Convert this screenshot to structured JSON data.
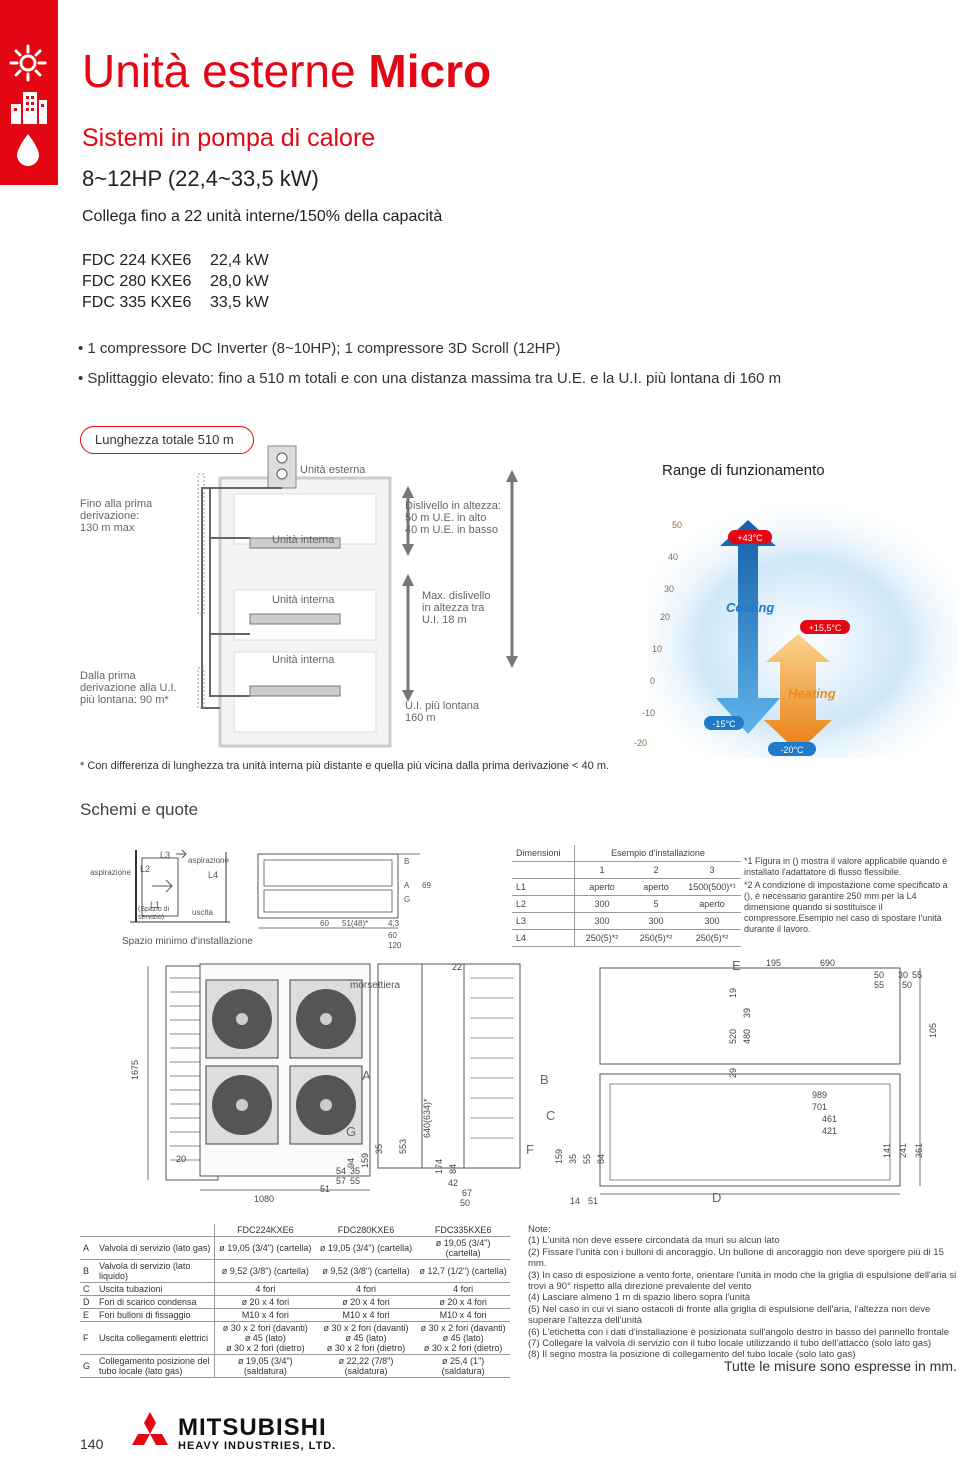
{
  "header": {
    "title_light": "Unità esterne ",
    "title_bold": "Micro",
    "subtitle": "Sistemi in pompa di calore",
    "power_range": "8~12HP (22,4~33,5 kW)",
    "connect": "Collega fino a 22 unità interne/150% della capacità"
  },
  "sidebar": {
    "icons": [
      "sun-icon",
      "building-icon",
      "water-drop-icon"
    ],
    "color": "#e30613"
  },
  "models": [
    {
      "name": "FDC 224 KXE6",
      "power": "22,4 kW"
    },
    {
      "name": "FDC 280 KXE6",
      "power": "28,0 kW"
    },
    {
      "name": "FDC 335 KXE6",
      "power": "33,5 kW"
    }
  ],
  "bullets": [
    "1 compressore DC Inverter (8~10HP); 1 compressore 3D Scroll (12HP)",
    "Splittaggio elevato: fino a 510 m totali e con una distanza massima tra U.E. e la U.I. più lontana di 160 m"
  ],
  "piping_diagram": {
    "total_length": "Lunghezza totale 510 m",
    "outdoor_unit": "Unità esterna",
    "first_branch": [
      "Fino alla prima",
      "derivazione:",
      "130 m max"
    ],
    "indoor_unit": "Unità interna",
    "height_diff": [
      "Dislivello in altezza:",
      "50 m U.E. in alto",
      "40 m U.E. in basso"
    ],
    "max_height_diff": [
      "Max. dislivello",
      "in altezza tra",
      "U.I. 18 m"
    ],
    "farthest_branch": [
      "Dalla prima",
      "derivazione alla U.I.",
      "più lontana: 90 m*"
    ],
    "farthest_unit": [
      "U.I. più lontana",
      "160 m"
    ]
  },
  "range_chart": {
    "title": "Range di funzionamento",
    "ticks": [
      "50",
      "40",
      "30",
      "20",
      "10",
      "0",
      "-10",
      "-20"
    ],
    "cooling_label": "Cooling",
    "heating_label": "Heating",
    "temps": [
      "+43°C",
      "+15,5°C",
      "-15°C",
      "-20°C"
    ],
    "cooling_color": "#1f7ac9",
    "heating_color": "#f08a1c",
    "label_bg": "#e30613"
  },
  "footnote": "* Con differenza di lunghezza tra unità interna più distante e quella più vicina dalla prima derivazione < 40 m.",
  "section_title": "Schemi e quote",
  "install_space": {
    "aspirazione_left": "aspirazione",
    "aspirazione_top": "aspirazione",
    "service_space": [
      "(Spazio di",
      "servizio)"
    ],
    "uscita": "uscita",
    "caption": "Spazio minimo d'installazione",
    "labels": [
      "L2",
      "L3",
      "L4",
      "L1"
    ]
  },
  "dim_table": {
    "header_left": "Dimensioni",
    "header_right": "Esempio d'installazione",
    "cols": [
      "1",
      "2",
      "3"
    ],
    "rows": [
      {
        "k": "L1",
        "v": [
          "aperto",
          "aperto",
          "1500(500)*¹"
        ]
      },
      {
        "k": "L2",
        "v": [
          "300",
          "5",
          "aperto"
        ]
      },
      {
        "k": "L3",
        "v": [
          "300",
          "300",
          "300"
        ]
      },
      {
        "k": "L4",
        "v": [
          "250(5)*²",
          "250(5)*²",
          "250(5)*²"
        ]
      }
    ]
  },
  "dim_notes": [
    "*1  Figura in () mostra il valore applicabile quando è installato l'adattatore di flusso flessibile.",
    "*2  A condizione di impostazione come specificato a (), è necessario garantire 250 mm per la L4 dimensione quando si sostituisce il compressore.Esempio nel caso di spostare l'unità durante il lavoro."
  ],
  "drawing_labels": {
    "morsettiera": "morsettiera",
    "front_dims": [
      "1675",
      "20",
      "1080",
      "640(634)*",
      "553",
      "35",
      "159",
      "94",
      "174",
      "84",
      "51",
      "57",
      "54",
      "55",
      "35",
      "22",
      "42",
      "67",
      "50"
    ],
    "right_dims": [
      "195",
      "690",
      "50",
      "30",
      "55",
      "55",
      "50",
      "19",
      "39",
      "520",
      "480",
      "29",
      "105",
      "989",
      "701",
      "461",
      "421",
      "141",
      "241",
      "361",
      "159",
      "35",
      "55",
      "84",
      "14",
      "51"
    ],
    "top_dims": [
      "60",
      "51(48)*",
      "4,3",
      "60",
      "120",
      "69",
      "B",
      "A",
      "G"
    ],
    "letters": [
      "A",
      "B",
      "C",
      "D",
      "E",
      "F",
      "G"
    ]
  },
  "spec_table": {
    "headers": [
      "",
      "",
      "FDC224KXE6",
      "FDC280KXE6",
      "FDC335KXE6"
    ],
    "rows": [
      {
        "k": "A",
        "d": "Valvola di servizio (lato gas)",
        "v": [
          "ø 19,05 (3/4\") (cartella)",
          "ø 19,05 (3/4\") (cartella)",
          "ø 19,05 (3/4\") (cartella)"
        ]
      },
      {
        "k": "B",
        "d": "Valvola di servizio (lato liquido)",
        "v": [
          "ø 9,52 (3/8\") (cartella)",
          "ø 9,52 (3/8\") (cartella)",
          "ø 12,7 (1/2\") (cartella)"
        ]
      },
      {
        "k": "C",
        "d": "Uscita tubazioni",
        "v": [
          "4 fori",
          "4 fori",
          "4 fori"
        ]
      },
      {
        "k": "D",
        "d": "Fori di scarico condensa",
        "v": [
          "ø 20 x 4 fori",
          "ø 20 x 4 fori",
          "ø 20 x 4 fori"
        ]
      },
      {
        "k": "E",
        "d": "Fori bulloni di fissaggio",
        "v": [
          "M10 x 4 fori",
          "M10 x 4 fori",
          "M10 x 4 fori"
        ]
      },
      {
        "k": "F",
        "d": "Uscita collegamenti elettrici",
        "v": [
          "ø 30 x 2 fori (davanti)\nø 45 (lato)\nø 30 x 2 fori (dietro)",
          "ø 30 x 2 fori (davanti)\nø 45 (lato)\nø 30 x 2 fori (dietro)",
          "ø 30 x 2 fori (davanti)\nø 45 (lato)\nø 30 x 2 fori (dietro)"
        ]
      },
      {
        "k": "G",
        "d": "Collegamento posizione del tubo locale (lato gas)",
        "v": [
          "ø 19,05 (3/4\") (saldatura)",
          "ø 22,22 (7/8\") (saldatura)",
          "ø 25,4 (1\") (saldatura)"
        ]
      }
    ]
  },
  "notes": {
    "title": "Note:",
    "items": [
      "(1)  L'unità non deve essere circondata da muri su alcun lato",
      "(2)  Fissare l'unità con i bulloni di ancoraggio. Un bullone di ancoraggio non deve sporgere più di 15 mm.",
      "(3)  In caso di esposizione a vento forte, orientare l'unità in modo che la griglia di espulsione dell'aria si trovi a 90° rispetto alla direzione prevalente del vento",
      "(4)  Lasciare almeno 1 m di spazio libero sopra l'unità",
      "(5)  Nel caso in cui vi siano ostacoli di fronte alla griglia di espulsione dell'aria, l'altezza non deve superare l'altezza dell'unità",
      "(6)  L'etichetta con i dati d'installazione è posizionata sull'angolo destro in basso del pannello frontale",
      "(7)  Collegare la valvola di servizio con il tubo locale utilizzando il tubo dell'attacco (solo lato gas)",
      "(8)  Il segno mostra la posizione di collegamento del tubo locale (solo lato gas)"
    ]
  },
  "measures_note": "Tutte le misure sono espresse in mm.",
  "page_number": "140",
  "logo": {
    "line1": "MITSUBISHI",
    "line2": "HEAVY INDUSTRIES, LTD.",
    "color": "#e30613"
  }
}
